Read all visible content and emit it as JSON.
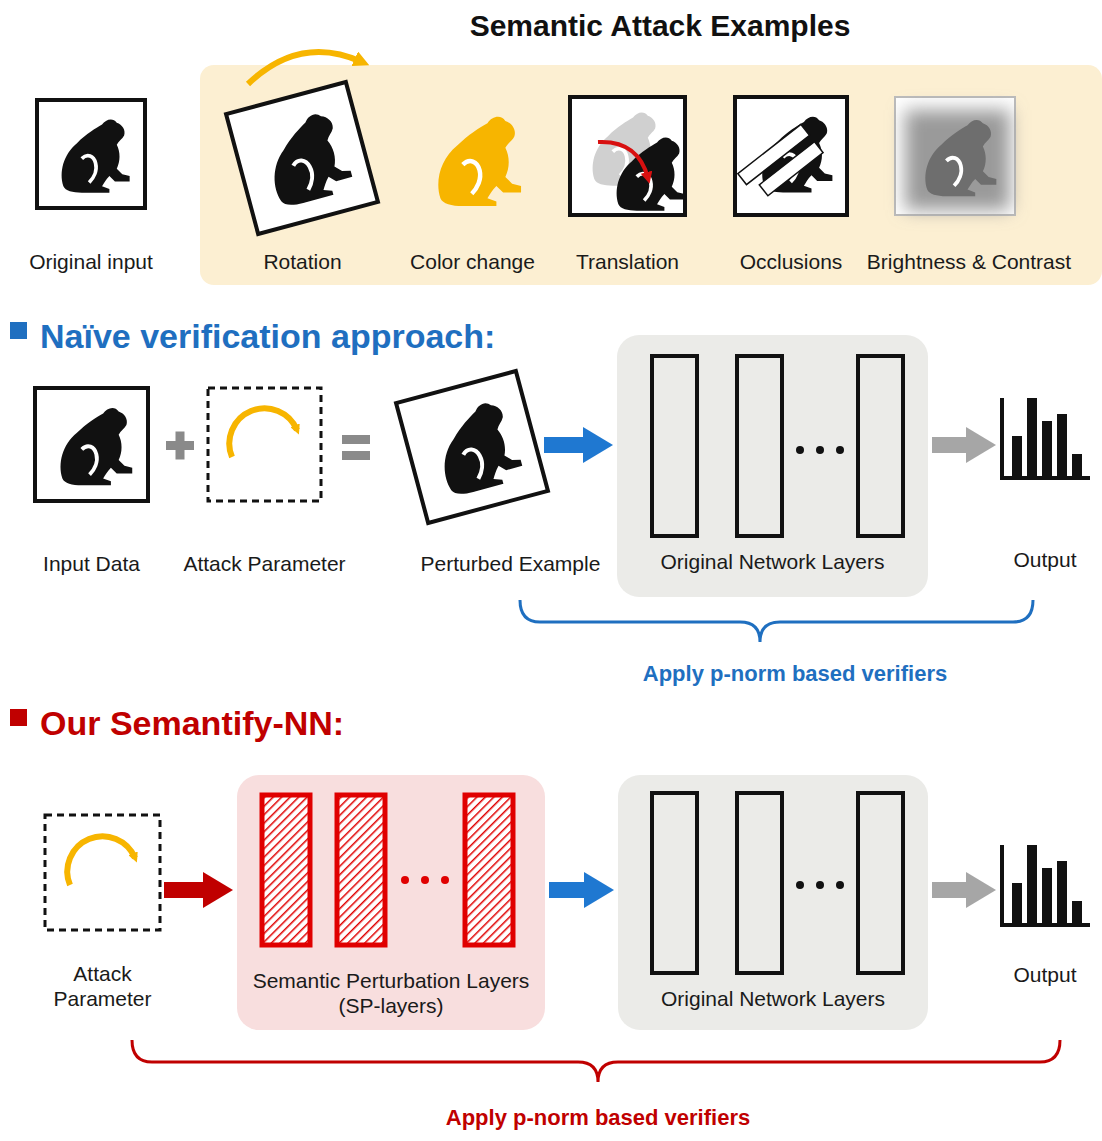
{
  "diagram": {
    "title": "Semantic Attack Examples",
    "nodes": [
      {
        "text": [
          "Original input"
        ]
      },
      {
        "text": [
          "Rotation"
        ]
      },
      {
        "text": [
          "Color change"
        ]
      },
      {
        "text": [
          "Translation"
        ]
      },
      {
        "text": [
          "Occlusions"
        ]
      },
      {
        "text": [
          "Brightness & Contrast"
        ]
      },
      {
        "text": [
          "Input Data"
        ]
      },
      {
        "text": [
          "Attack Parameter"
        ]
      },
      {
        "text": [
          "Perturbed Example"
        ]
      },
      {
        "text": [
          "Original Network Layers"
        ]
      },
      {
        "text": [
          "Output"
        ]
      },
      {
        "text": [
          "Attack Parameter"
        ]
      },
      {
        "text": [
          "Semantic Perturbation Layers (SP-layers)"
        ]
      },
      {
        "text": [
          "Original Network Layers"
        ]
      },
      {
        "text": [
          "Output"
        ]
      }
    ],
    "edges": [
      {
        "from": 8,
        "to": 9,
        "arrow": "to"
      },
      {
        "from": 9,
        "to": 10,
        "arrow": "to"
      },
      {
        "from": 11,
        "to": 12,
        "arrow": "to"
      },
      {
        "from": 12,
        "to": 13,
        "arrow": "to"
      },
      {
        "from": 13,
        "to": 14,
        "arrow": "to"
      }
    ],
    "labels": [
      "Naïve verification approach:",
      "Our Semantify-NN:",
      "Apply p-norm based verifiers",
      "Apply p-norm based verifiers"
    ]
  }
}
